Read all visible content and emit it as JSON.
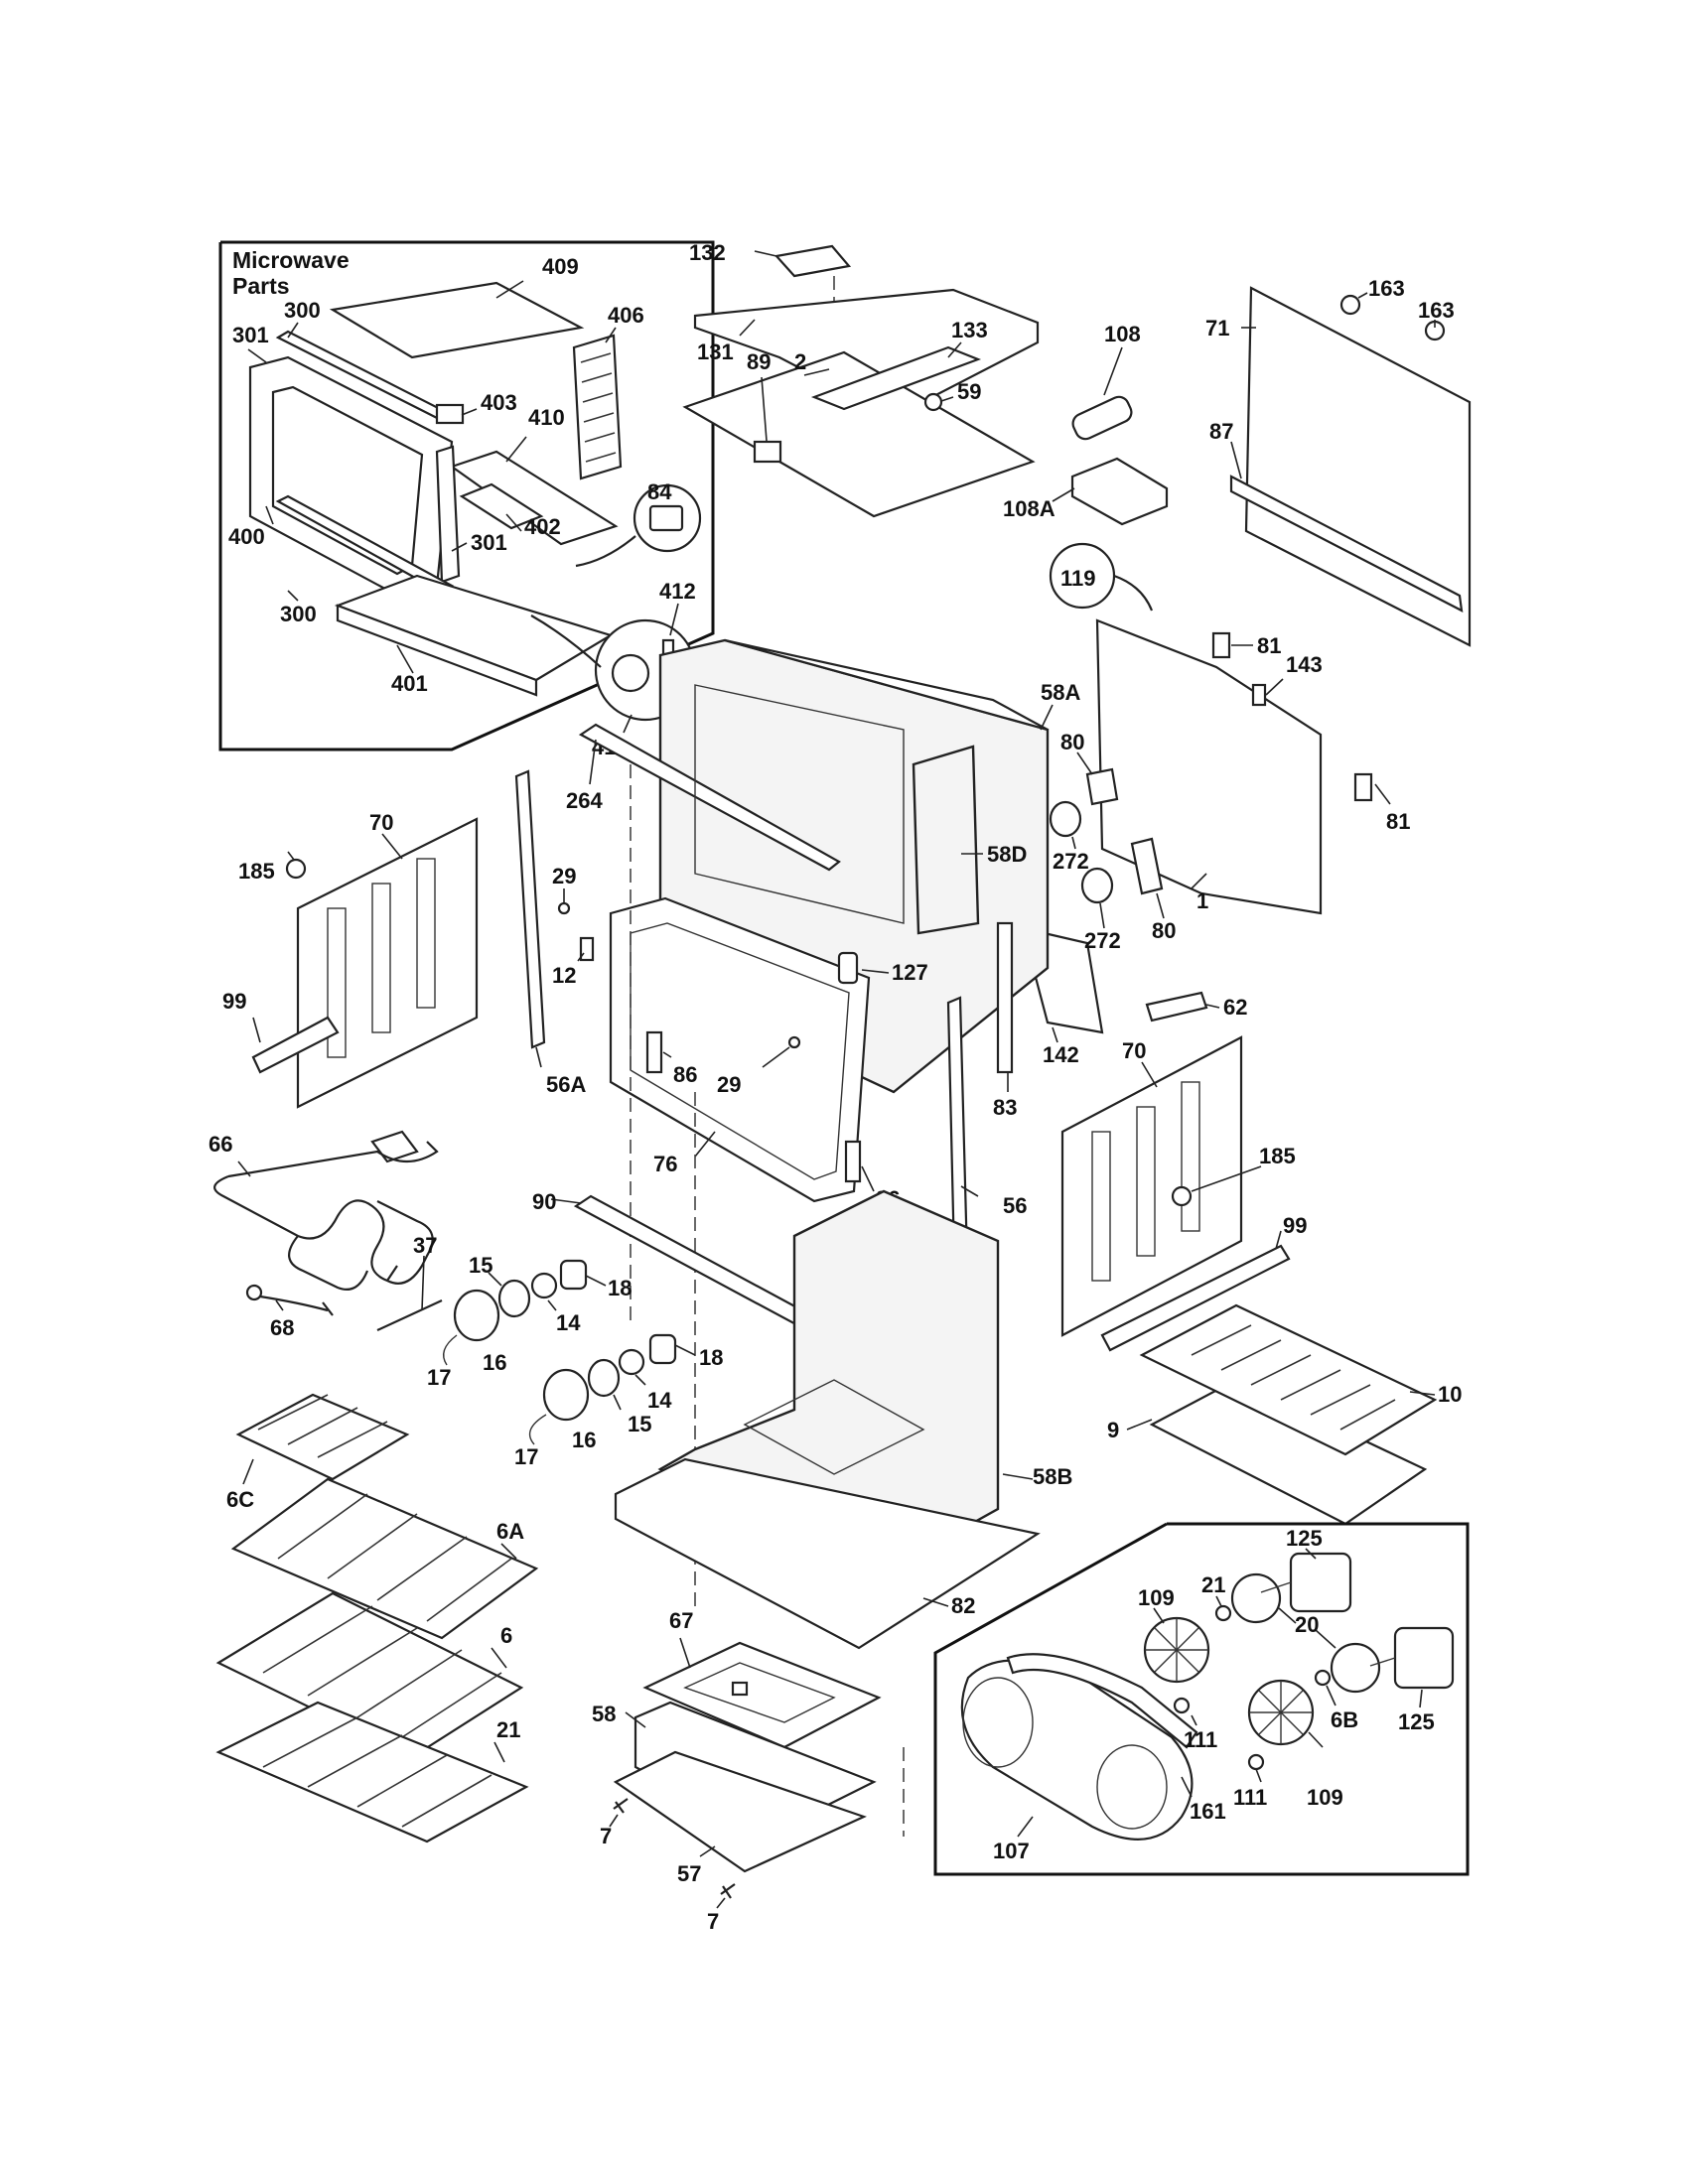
{
  "microwave_box": {
    "title_line1": "Microwave",
    "title_line2": "Parts"
  },
  "callouts": [
    {
      "id": "c409",
      "text": "409"
    },
    {
      "id": "c406",
      "text": "406"
    },
    {
      "id": "c300a",
      "text": "300"
    },
    {
      "id": "c301a",
      "text": "301"
    },
    {
      "id": "c403",
      "text": "403"
    },
    {
      "id": "c410",
      "text": "410"
    },
    {
      "id": "c84",
      "text": "84"
    },
    {
      "id": "c402",
      "text": "402"
    },
    {
      "id": "c400",
      "text": "400"
    },
    {
      "id": "c301b",
      "text": "301"
    },
    {
      "id": "c300b",
      "text": "300"
    },
    {
      "id": "c412",
      "text": "412"
    },
    {
      "id": "c401",
      "text": "401"
    },
    {
      "id": "c411",
      "text": "411"
    },
    {
      "id": "c132",
      "text": "132"
    },
    {
      "id": "c131",
      "text": "131"
    },
    {
      "id": "c2",
      "text": "2"
    },
    {
      "id": "c133",
      "text": "133"
    },
    {
      "id": "c89",
      "text": "89"
    },
    {
      "id": "c59",
      "text": "59"
    },
    {
      "id": "c108",
      "text": "108"
    },
    {
      "id": "c108A",
      "text": "108A"
    },
    {
      "id": "c163a",
      "text": "163"
    },
    {
      "id": "c163b",
      "text": "163"
    },
    {
      "id": "c71",
      "text": "71"
    },
    {
      "id": "c87",
      "text": "87"
    },
    {
      "id": "c119",
      "text": "119"
    },
    {
      "id": "c81a",
      "text": "81"
    },
    {
      "id": "c143",
      "text": "143"
    },
    {
      "id": "c58A",
      "text": "58A"
    },
    {
      "id": "c80a",
      "text": "80"
    },
    {
      "id": "c81b",
      "text": "81"
    },
    {
      "id": "c272a",
      "text": "272"
    },
    {
      "id": "c58D",
      "text": "58D"
    },
    {
      "id": "c1",
      "text": "1"
    },
    {
      "id": "c80b",
      "text": "80"
    },
    {
      "id": "c272b",
      "text": "272"
    },
    {
      "id": "c264",
      "text": "264"
    },
    {
      "id": "c70a",
      "text": "70"
    },
    {
      "id": "c185a",
      "text": "185"
    },
    {
      "id": "c29a",
      "text": "29"
    },
    {
      "id": "c12",
      "text": "12"
    },
    {
      "id": "c99a",
      "text": "99"
    },
    {
      "id": "c56A",
      "text": "56A"
    },
    {
      "id": "c86a",
      "text": "86"
    },
    {
      "id": "c29b",
      "text": "29"
    },
    {
      "id": "c127",
      "text": "127"
    },
    {
      "id": "c62",
      "text": "62"
    },
    {
      "id": "c142",
      "text": "142"
    },
    {
      "id": "c70b",
      "text": "70"
    },
    {
      "id": "c83",
      "text": "83"
    },
    {
      "id": "c66",
      "text": "66"
    },
    {
      "id": "c76",
      "text": "76"
    },
    {
      "id": "c86b",
      "text": "86"
    },
    {
      "id": "c185b",
      "text": "185"
    },
    {
      "id": "c56",
      "text": "56"
    },
    {
      "id": "c90",
      "text": "90"
    },
    {
      "id": "c99b",
      "text": "99"
    },
    {
      "id": "c37",
      "text": "37"
    },
    {
      "id": "c15a",
      "text": "15"
    },
    {
      "id": "c18a",
      "text": "18"
    },
    {
      "id": "c68",
      "text": "68"
    },
    {
      "id": "c14a",
      "text": "14"
    },
    {
      "id": "c18b",
      "text": "18"
    },
    {
      "id": "c10",
      "text": "10"
    },
    {
      "id": "c17a",
      "text": "17"
    },
    {
      "id": "c16a",
      "text": "16"
    },
    {
      "id": "c14b",
      "text": "14"
    },
    {
      "id": "c9",
      "text": "9"
    },
    {
      "id": "c17b",
      "text": "17"
    },
    {
      "id": "c16b",
      "text": "16"
    },
    {
      "id": "c15b",
      "text": "15"
    },
    {
      "id": "c6C",
      "text": "6C"
    },
    {
      "id": "c58B",
      "text": "58B"
    },
    {
      "id": "c6A",
      "text": "6A"
    },
    {
      "id": "c125a",
      "text": "125"
    },
    {
      "id": "c109a",
      "text": "109"
    },
    {
      "id": "c21a",
      "text": "21"
    },
    {
      "id": "c82",
      "text": "82"
    },
    {
      "id": "c67",
      "text": "67"
    },
    {
      "id": "c20",
      "text": "20"
    },
    {
      "id": "c6",
      "text": "6"
    },
    {
      "id": "c111a",
      "text": "111"
    },
    {
      "id": "c58",
      "text": "58"
    },
    {
      "id": "c125b",
      "text": "125"
    },
    {
      "id": "c21b",
      "text": "21"
    },
    {
      "id": "c6B",
      "text": "6B"
    },
    {
      "id": "c161",
      "text": "161"
    },
    {
      "id": "c111b",
      "text": "111"
    },
    {
      "id": "c109b",
      "text": "109"
    },
    {
      "id": "c7a",
      "text": "7"
    },
    {
      "id": "c107",
      "text": "107"
    },
    {
      "id": "c57",
      "text": "57"
    },
    {
      "id": "c7b",
      "text": "7"
    }
  ]
}
